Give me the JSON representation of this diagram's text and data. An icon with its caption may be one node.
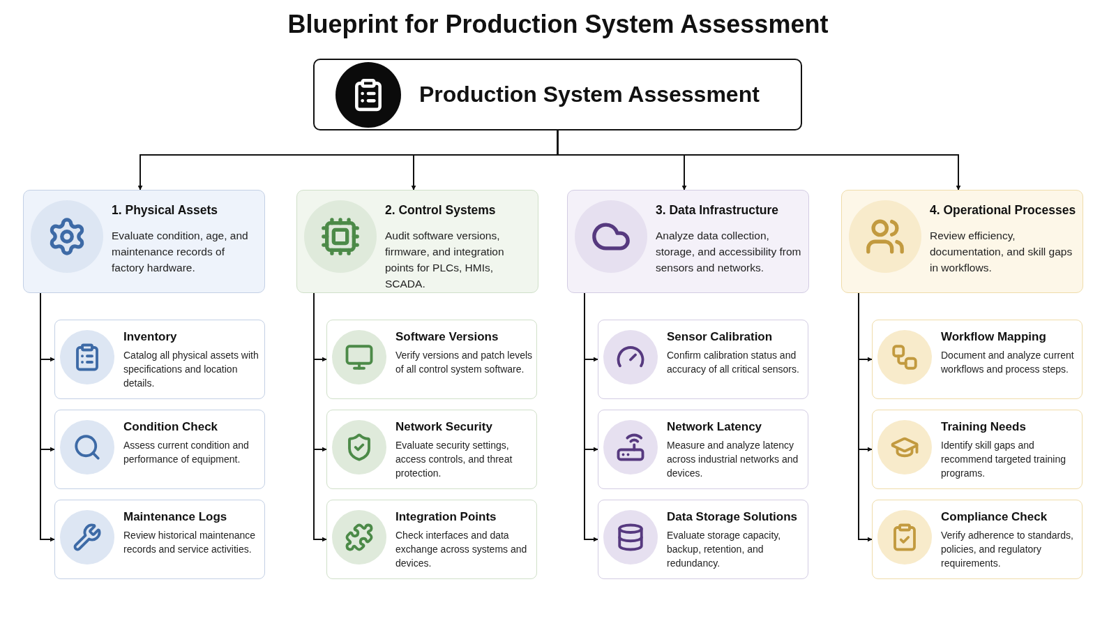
{
  "diagram": {
    "title": "Blueprint for Production System Assessment",
    "nodes": [
      {
        "text": [
          "Production System Assessment"
        ]
      },
      {
        "text": [
          "1. Physical Assets",
          "Evaluate condition, age, and maintenance records of factory hardware."
        ]
      },
      {
        "text": [
          "2. Control Systems",
          "Audit software versions, firmware, and integration points for PLCs, HMIs, SCADA."
        ]
      },
      {
        "text": [
          "3. Data Infrastructure",
          "Analyze data collection, storage, and accessibility from sensors and networks."
        ]
      },
      {
        "text": [
          "4. Operational Processes",
          "Review efficiency, documentation, and skill gaps in workflows."
        ]
      },
      {
        "text": [
          "Inventory",
          "Catalog all physical assets with specifications and location details."
        ]
      },
      {
        "text": [
          "Condition Check",
          "Assess current condition and performance of equipment."
        ]
      },
      {
        "text": [
          "Maintenance Logs",
          "Review historical maintenance records and service activities."
        ]
      },
      {
        "text": [
          "Software Versions",
          "Verify versions and patch levels of all control system software."
        ]
      },
      {
        "text": [
          "Network Security",
          "Evaluate security settings, access controls, and threat protection."
        ]
      },
      {
        "text": [
          "Integration Points",
          "Check interfaces and data exchange across systems and devices."
        ]
      },
      {
        "text": [
          "Sensor Calibration",
          "Confirm calibration status and accuracy of all critical sensors."
        ]
      },
      {
        "text": [
          "Network Latency",
          "Measure and analyze latency across industrial networks and devices."
        ]
      },
      {
        "text": [
          "Data Storage Solutions",
          "Evaluate storage capacity, backup, retention, and redundancy."
        ]
      },
      {
        "text": [
          "Workflow Mapping",
          "Document and analyze current workflows and process steps."
        ]
      },
      {
        "text": [
          "Training Needs",
          "Identify skill gaps and recommend targeted training programs."
        ]
      },
      {
        "text": [
          "Compliance Check",
          "Verify adherence to standards, policies, and regulatory requirements."
        ]
      }
    ],
    "edges": [
      {
        "from": 0,
        "to": 1,
        "arrow": "to"
      },
      {
        "from": 0,
        "to": 2,
        "arrow": "to"
      },
      {
        "from": 0,
        "to": 3,
        "arrow": "to"
      },
      {
        "from": 0,
        "to": 4,
        "arrow": "to"
      },
      {
        "from": 1,
        "to": 5,
        "arrow": "to"
      },
      {
        "from": 1,
        "to": 6,
        "arrow": "to"
      },
      {
        "from": 1,
        "to": 7,
        "arrow": "to"
      },
      {
        "from": 2,
        "to": 8,
        "arrow": "to"
      },
      {
        "from": 2,
        "to": 9,
        "arrow": "to"
      },
      {
        "from": 2,
        "to": 10,
        "arrow": "to"
      },
      {
        "from": 3,
        "to": 11,
        "arrow": "to"
      },
      {
        "from": 3,
        "to": 12,
        "arrow": "to"
      },
      {
        "from": 3,
        "to": 13,
        "arrow": "to"
      },
      {
        "from": 4,
        "to": 14,
        "arrow": "to"
      },
      {
        "from": 4,
        "to": 15,
        "arrow": "to"
      },
      {
        "from": 4,
        "to": 16,
        "arrow": "to"
      }
    ]
  }
}
